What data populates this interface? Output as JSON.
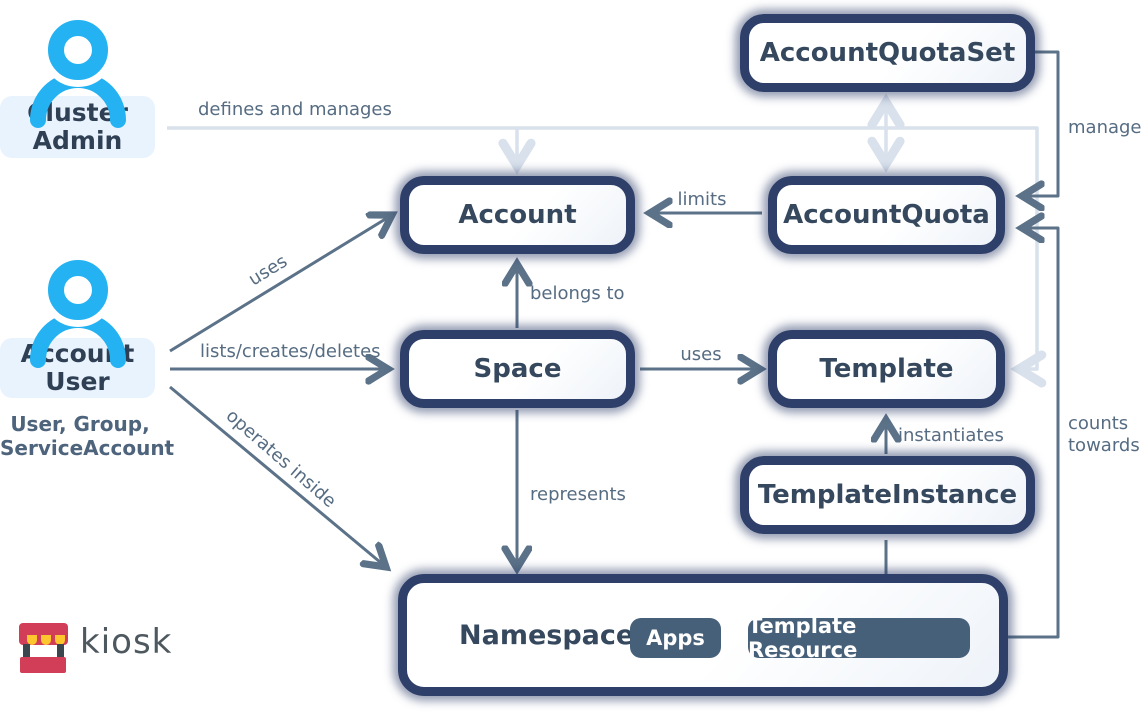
{
  "personas": {
    "cluster_admin": {
      "label": "Cluster Admin"
    },
    "account_user": {
      "label": "Account User",
      "sublabel": "User, Group, ServiceAccount"
    }
  },
  "nodes": {
    "account_quota_set": {
      "label": "AccountQuotaSet"
    },
    "account_quota": {
      "label": "AccountQuota"
    },
    "account": {
      "label": "Account"
    },
    "space": {
      "label": "Space"
    },
    "template": {
      "label": "Template"
    },
    "template_instance": {
      "label": "TemplateInstance"
    },
    "namespace": {
      "label": "Namespace"
    },
    "apps_chip": {
      "label": "Apps"
    },
    "template_resource_chip": {
      "label": "Template Resource"
    }
  },
  "edges": {
    "defines_and_manages": {
      "from": "cluster_admin",
      "to": "account, account_quota_set, template",
      "label": "defines and manages"
    },
    "manages": {
      "from": "account_quota_set",
      "to": "account_quota",
      "label": "manages"
    },
    "limits": {
      "from": "account_quota",
      "to": "account",
      "label": "limits"
    },
    "belongs_to": {
      "from": "space",
      "to": "account",
      "label": "belongs to"
    },
    "uses_account": {
      "from": "account_user",
      "to": "account",
      "label": "uses"
    },
    "lists_creates_deletes": {
      "from": "account_user",
      "to": "space",
      "label": "lists/creates/deletes"
    },
    "operates_inside": {
      "from": "account_user",
      "to": "namespace",
      "label": "operates inside"
    },
    "uses_template": {
      "from": "space",
      "to": "template",
      "label": "uses"
    },
    "instantiates": {
      "from": "template_instance",
      "to": "template",
      "label": "instantiates"
    },
    "counts_towards": {
      "from": "namespace",
      "to": "account_quota",
      "label": "counts towards"
    },
    "represents": {
      "from": "space",
      "to": "namespace",
      "label": "represents"
    }
  },
  "logo": {
    "text": "kiosk"
  },
  "colors": {
    "accent_blue": "#25b2f2",
    "box_border": "#2e3f69",
    "box_fill": "#ffffff",
    "persona_box_fill": "#e9f3fd",
    "dark_line": "#5b7288",
    "light_line": "#d8e1ec",
    "chip_fill": "#47607a",
    "chip_text": "#ffffff",
    "label_text": "#566c82",
    "node_text": "#35485e",
    "logo_red": "#d23e58",
    "logo_yellow": "#fdc52e",
    "logo_post": "#3b464e",
    "logo_text": "#4e585f"
  }
}
